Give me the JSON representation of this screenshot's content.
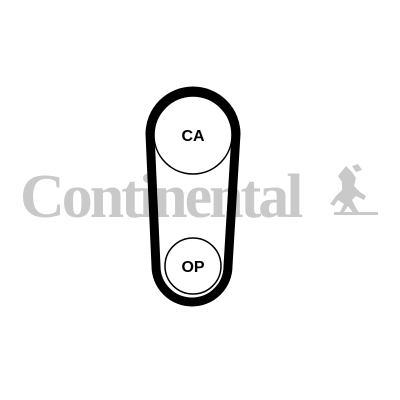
{
  "watermark": {
    "text": "Continental",
    "color": "#c9c9c9",
    "logo_icon": "rearing-horse-icon"
  },
  "belt": {
    "color": "#000000"
  },
  "pulleys": [
    {
      "id": "camshaft",
      "label": "CA"
    },
    {
      "id": "crankshaft",
      "label": "OP"
    }
  ]
}
